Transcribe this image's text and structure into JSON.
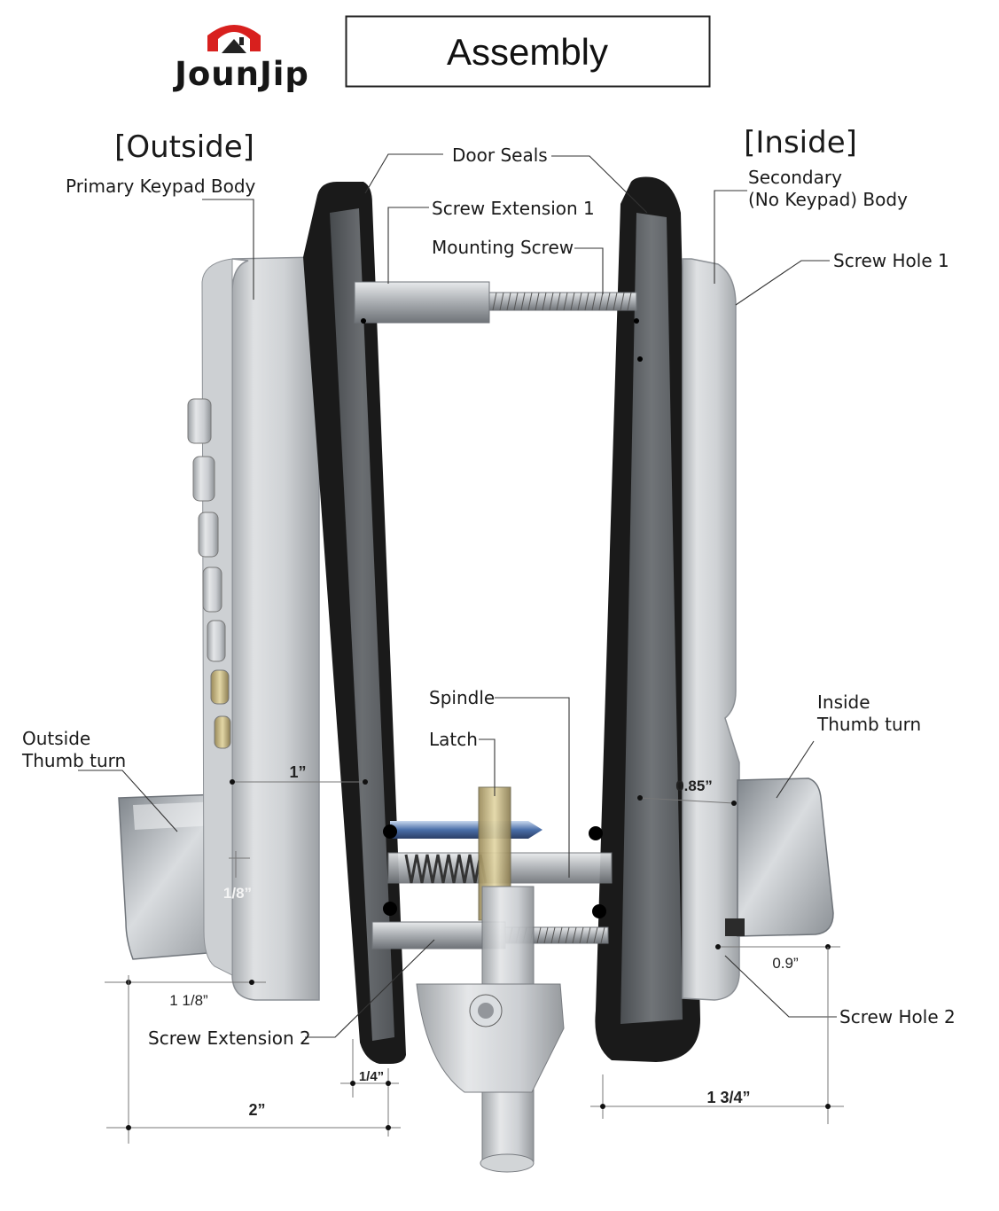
{
  "brand": {
    "name": "JounJip",
    "roof_color": "#d8201e"
  },
  "title": "Assembly",
  "sides": {
    "outside": "[Outside]",
    "inside": "[Inside]"
  },
  "labels": {
    "primary_keypad_body": "Primary Keypad Body",
    "door_seals": "Door Seals",
    "screw_extension_1": "Screw Extension 1",
    "mounting_screw": "Mounting Screw",
    "secondary_body_line1": "Secondary",
    "secondary_body_line2": "(No Keypad) Body",
    "screw_hole_1": "Screw Hole 1",
    "spindle": "Spindle",
    "latch": "Latch",
    "inside_thumb_turn_line1": "Inside",
    "inside_thumb_turn_line2": "Thumb turn",
    "outside_thumb_turn_line1": "Outside",
    "outside_thumb_turn_line2": "Thumb turn",
    "screw_extension_2": "Screw Extension 2",
    "screw_hole_2": "Screw Hole 2"
  },
  "dimensions": {
    "keypad_to_seal": "1”",
    "inside_offset": "0.85”",
    "thumb_turn_gap": "1/8”",
    "outside_depth": "1 1/8”",
    "seal_thickness": "1/4”",
    "outside_total": "2”",
    "inside_thumb_depth": "0.9”",
    "inside_total": "1 3/4”"
  }
}
